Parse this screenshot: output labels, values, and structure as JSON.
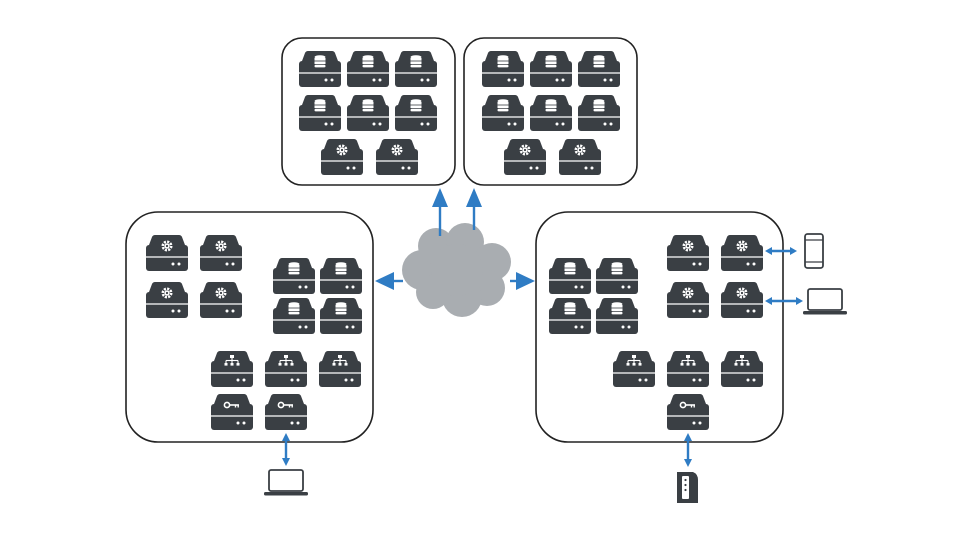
{
  "colors": {
    "server_body": "#3a3f44",
    "server_glyph": "#ffffff",
    "cloud": "#a9adb1",
    "arrow": "#2f7cc4",
    "cluster_border": "#222222",
    "device": "#3a3f44"
  },
  "icons": {
    "database_server": "database-server-icon",
    "settings_server": "settings-server-icon",
    "network_server": "network-server-icon",
    "key_server": "key-server-icon",
    "cloud": "cloud-icon",
    "laptop": "laptop-icon",
    "smartphone": "smartphone-icon",
    "card_reader": "card-reader-icon"
  },
  "clusters": [
    {
      "id": "top-left",
      "servers": {
        "database": 6,
        "settings": 2
      }
    },
    {
      "id": "top-right",
      "servers": {
        "database": 6,
        "settings": 2
      }
    },
    {
      "id": "bottom-left",
      "servers": {
        "settings": 4,
        "database": 4,
        "network": 3,
        "key": 2
      },
      "clients": [
        "laptop"
      ]
    },
    {
      "id": "bottom-right",
      "servers": {
        "database": 4,
        "settings": 4,
        "network": 3,
        "key": 1
      },
      "clients": [
        "smartphone",
        "laptop",
        "card-reader"
      ]
    }
  ],
  "links": [
    {
      "from": "cloud",
      "to": "top-left",
      "direction": "one-way"
    },
    {
      "from": "cloud",
      "to": "top-right",
      "direction": "one-way"
    },
    {
      "from": "cloud",
      "to": "bottom-left",
      "direction": "one-way"
    },
    {
      "from": "cloud",
      "to": "bottom-right",
      "direction": "one-way"
    },
    {
      "from": "bottom-left",
      "to": "laptop",
      "direction": "two-way"
    },
    {
      "from": "bottom-right",
      "to": "smartphone",
      "direction": "two-way"
    },
    {
      "from": "bottom-right",
      "to": "laptop",
      "direction": "two-way"
    },
    {
      "from": "bottom-right",
      "to": "card-reader",
      "direction": "two-way"
    }
  ]
}
